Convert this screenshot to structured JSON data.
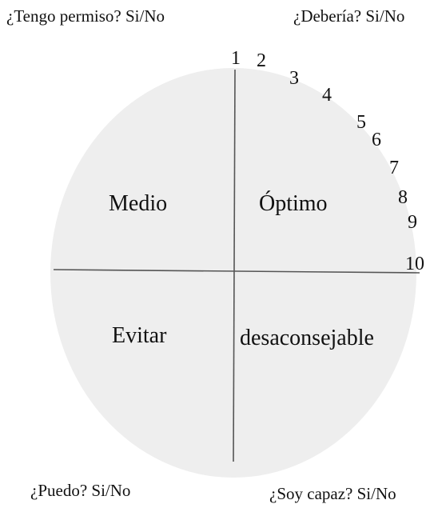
{
  "corners": {
    "top_left": "¿Tengo permiso? Si/No",
    "top_right": "¿Debería? Si/No",
    "bottom_left": "¿Puedo? Si/No",
    "bottom_right": "¿Soy capaz? Si/No"
  },
  "quadrants": {
    "top_left": "Medio",
    "top_right": "Óptimo",
    "bottom_left": "Evitar",
    "bottom_right": "desaconsejable"
  },
  "scale": [
    "1",
    "2",
    "3",
    "4",
    "5",
    "6",
    "7",
    "8",
    "9",
    "10"
  ],
  "colors": {
    "circle_fill": "#eeeeee",
    "axis": "#555555"
  }
}
